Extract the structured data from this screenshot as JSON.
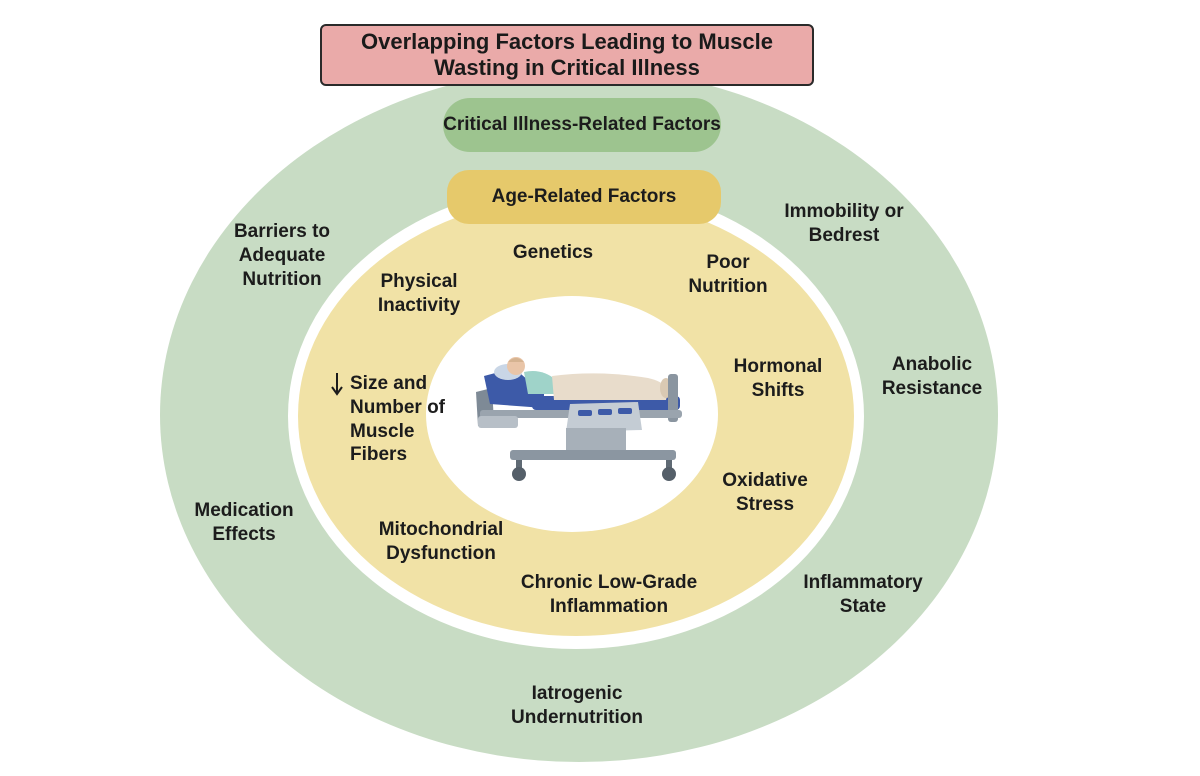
{
  "title": "Overlapping Factors Leading to Muscle Wasting in Critical Illness",
  "outer_heading": "Critical Illness-Related Factors",
  "inner_heading": "Age-Related Factors",
  "critical_illness_factors": [
    "Barriers to Adequate Nutrition",
    "Immobility or Bedrest",
    "Anabolic Resistance",
    "Medication Effects",
    "Inflammatory State",
    "Iatrogenic Undernutrition"
  ],
  "age_factors": [
    "Genetics",
    "Physical Inactivity",
    "Poor Nutrition",
    "Size and Number of Muscle Fibers",
    "Hormonal Shifts",
    "Oxidative Stress",
    "Mitochondrial Dysfunction",
    "Chronic Low-Grade Inflammation"
  ],
  "colors": {
    "title_fill": "#eaaaa9",
    "outer_ring": "#c8dcc4",
    "outer_heading_fill": "#9dc48f",
    "inner_ring": "#f1e2a6",
    "inner_heading_fill": "#e6c96b"
  },
  "center_image": "hospital-bed-patient-icon",
  "arrow_icon": "down-arrow-icon"
}
